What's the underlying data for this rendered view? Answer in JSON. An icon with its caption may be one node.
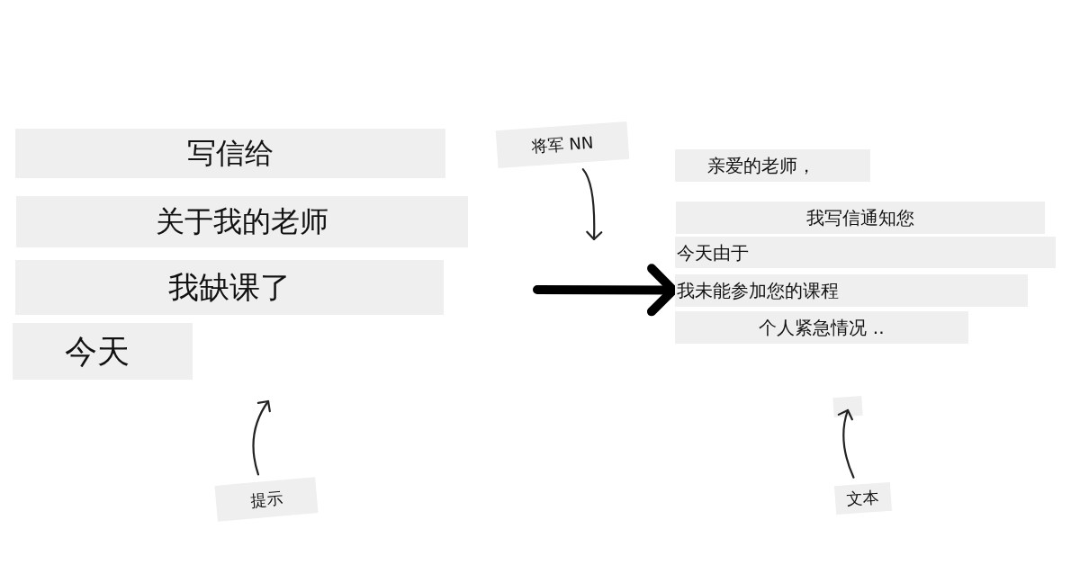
{
  "diagram": {
    "nodes": [
      {
        "text": [
          "写信给"
        ]
      },
      {
        "text": [
          "关于我的老师"
        ]
      },
      {
        "text": [
          "我缺课了"
        ]
      },
      {
        "text": [
          "今天"
        ]
      },
      {
        "text": [
          "将军 NN"
        ]
      },
      {
        "text": [
          "亲爱的老师，"
        ]
      },
      {
        "text": [
          "我写信通知您"
        ]
      },
      {
        "text": [
          "今天由于"
        ]
      },
      {
        "text": [
          "我未能参加您的课程"
        ]
      },
      {
        "text": [
          "个人紧急情况 .."
        ]
      },
      {
        "text": [
          "提示"
        ]
      },
      {
        "text": [
          "文本"
        ]
      }
    ],
    "edges": [
      {
        "from": 4,
        "to": null,
        "arrow": "to"
      },
      {
        "from": null,
        "to": 8,
        "arrow": "to",
        "style": "thick"
      },
      {
        "from": 10,
        "to": null,
        "arrow": "to"
      },
      {
        "from": 11,
        "to": null,
        "arrow": "to"
      }
    ]
  }
}
